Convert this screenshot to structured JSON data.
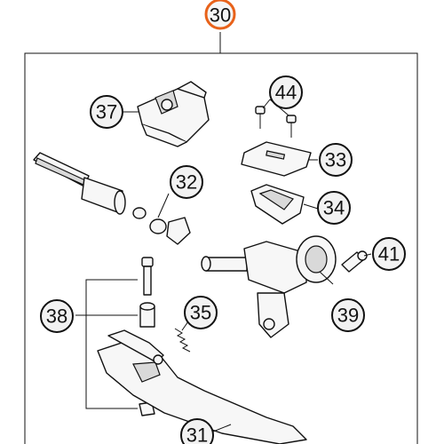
{
  "assembly": {
    "number": "30",
    "color": "#e8621a"
  },
  "callouts": [
    {
      "id": "31",
      "label": "31"
    },
    {
      "id": "32",
      "label": "32"
    },
    {
      "id": "33",
      "label": "33"
    },
    {
      "id": "34",
      "label": "34"
    },
    {
      "id": "35",
      "label": "35"
    },
    {
      "id": "37",
      "label": "37"
    },
    {
      "id": "38",
      "label": "38"
    },
    {
      "id": "39",
      "label": "39"
    },
    {
      "id": "41",
      "label": "41"
    },
    {
      "id": "44",
      "label": "44"
    }
  ]
}
